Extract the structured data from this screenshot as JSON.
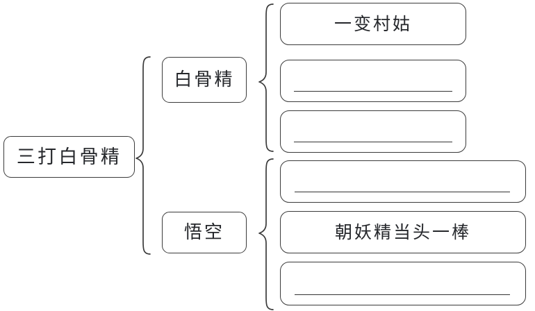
{
  "diagram": {
    "type": "bracket-outline-map",
    "title_text": "三打白骨精",
    "root": {
      "label": "三打白骨精"
    },
    "branches": [
      {
        "label": "白骨精",
        "leaves": [
          {
            "label": "一变村姑",
            "blank": false
          },
          {
            "label": "",
            "blank": true
          },
          {
            "label": "",
            "blank": true
          }
        ]
      },
      {
        "label": "悟空",
        "leaves": [
          {
            "label": "",
            "blank": true
          },
          {
            "label": "朝妖精当头一棒",
            "blank": false
          },
          {
            "label": "",
            "blank": true
          }
        ]
      }
    ],
    "colors": {
      "stroke": "#3a3a3a",
      "text": "#25272b",
      "background": "#ffffff",
      "rule": "#333333"
    }
  }
}
